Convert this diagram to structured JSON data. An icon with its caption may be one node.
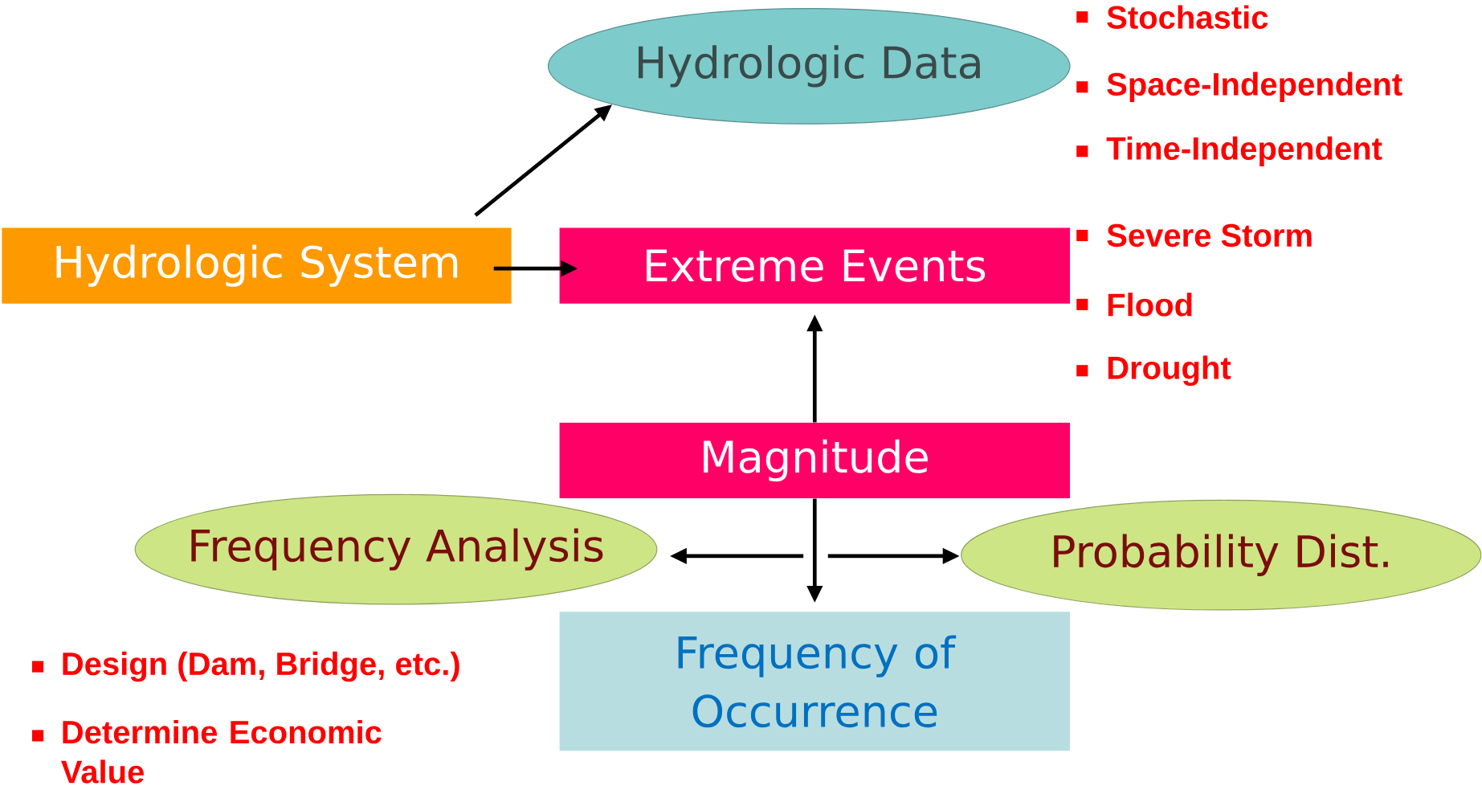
{
  "diagram": {
    "nodes": [
      {
        "text": [
          "Hydrologic Data"
        ]
      },
      {
        "text": [
          "Hydrologic System"
        ]
      },
      {
        "text": [
          "Extreme Events"
        ]
      },
      {
        "text": [
          "Magnitude"
        ]
      },
      {
        "text": [
          "Frequency Analysis"
        ]
      },
      {
        "text": [
          "Probability Dist."
        ]
      },
      {
        "text": [
          "Frequency of Occurrence"
        ]
      }
    ],
    "edges": [
      {
        "from": 1,
        "to": 0,
        "arrow": "to"
      },
      {
        "from": 1,
        "to": 2,
        "arrow": "to"
      },
      {
        "from": 3,
        "to": 2,
        "arrow": "to"
      },
      {
        "from": 3,
        "to": 6,
        "arrow": "to"
      },
      {
        "from": null,
        "to": 4,
        "arrow": "to"
      },
      {
        "from": null,
        "to": 5,
        "arrow": "to"
      }
    ],
    "labels": [
      "Stochastic",
      "Space-Independent",
      "Time-Independent",
      "Severe Storm",
      "Flood",
      "Drought",
      "Design (Dam, Bridge, etc.)",
      "Determine Economic Value"
    ]
  }
}
